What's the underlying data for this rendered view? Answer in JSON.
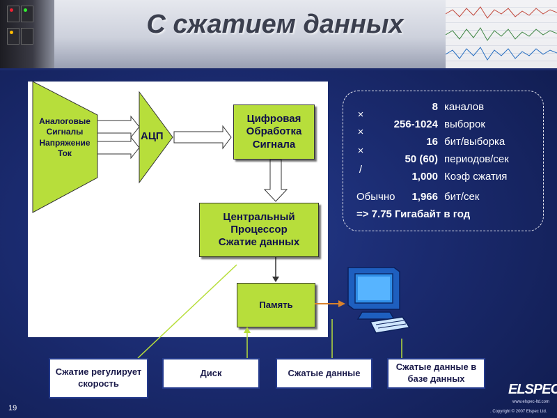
{
  "title": "С сжатием данных",
  "diagram": {
    "inputs": {
      "lines": [
        "Аналоговые",
        "Сигналы",
        "Напряжение",
        "Ток"
      ]
    },
    "adc": "АЦП",
    "dsp": {
      "lines": [
        "Цифровая",
        "Обработка",
        "Сигнала"
      ]
    },
    "cpu": {
      "lines": [
        "Центральный",
        "Процессор",
        "Сжатие данных"
      ]
    },
    "memory": "Память"
  },
  "stats": {
    "rows": [
      {
        "op": "",
        "value": "8",
        "unit": "каналов"
      },
      {
        "op": "×",
        "value": "256-1024",
        "unit": "выборок"
      },
      {
        "op": "×",
        "value": "16",
        "unit": "бит/выборка"
      },
      {
        "op": "×",
        "value": "50 (60)",
        "unit": "периодов/сек"
      },
      {
        "op": "/",
        "value": "1,000",
        "unit": "Коэф сжатия"
      }
    ],
    "typical": {
      "prefix": "Обычно",
      "value": "1,966",
      "unit": "бит/сек"
    },
    "total": "=> 7.75 Гигабайт в год"
  },
  "bottom_boxes": [
    {
      "label": "Сжатие регулирует скорость"
    },
    {
      "label": "Диск"
    },
    {
      "label": "Сжатые данные"
    },
    {
      "label": "Сжатые данные в базе данных"
    }
  ],
  "slide_number": "19",
  "logo": {
    "text": "ELSPEC",
    "url": "www.elspec-ltd.com"
  },
  "copyright": ". Copyright © 2007 Elspec Ltd.",
  "colors": {
    "green": "#b7de3b",
    "background": "#1a2a6e",
    "arrow_orange": "#d9822b",
    "connector_green": "#b7de3b"
  }
}
